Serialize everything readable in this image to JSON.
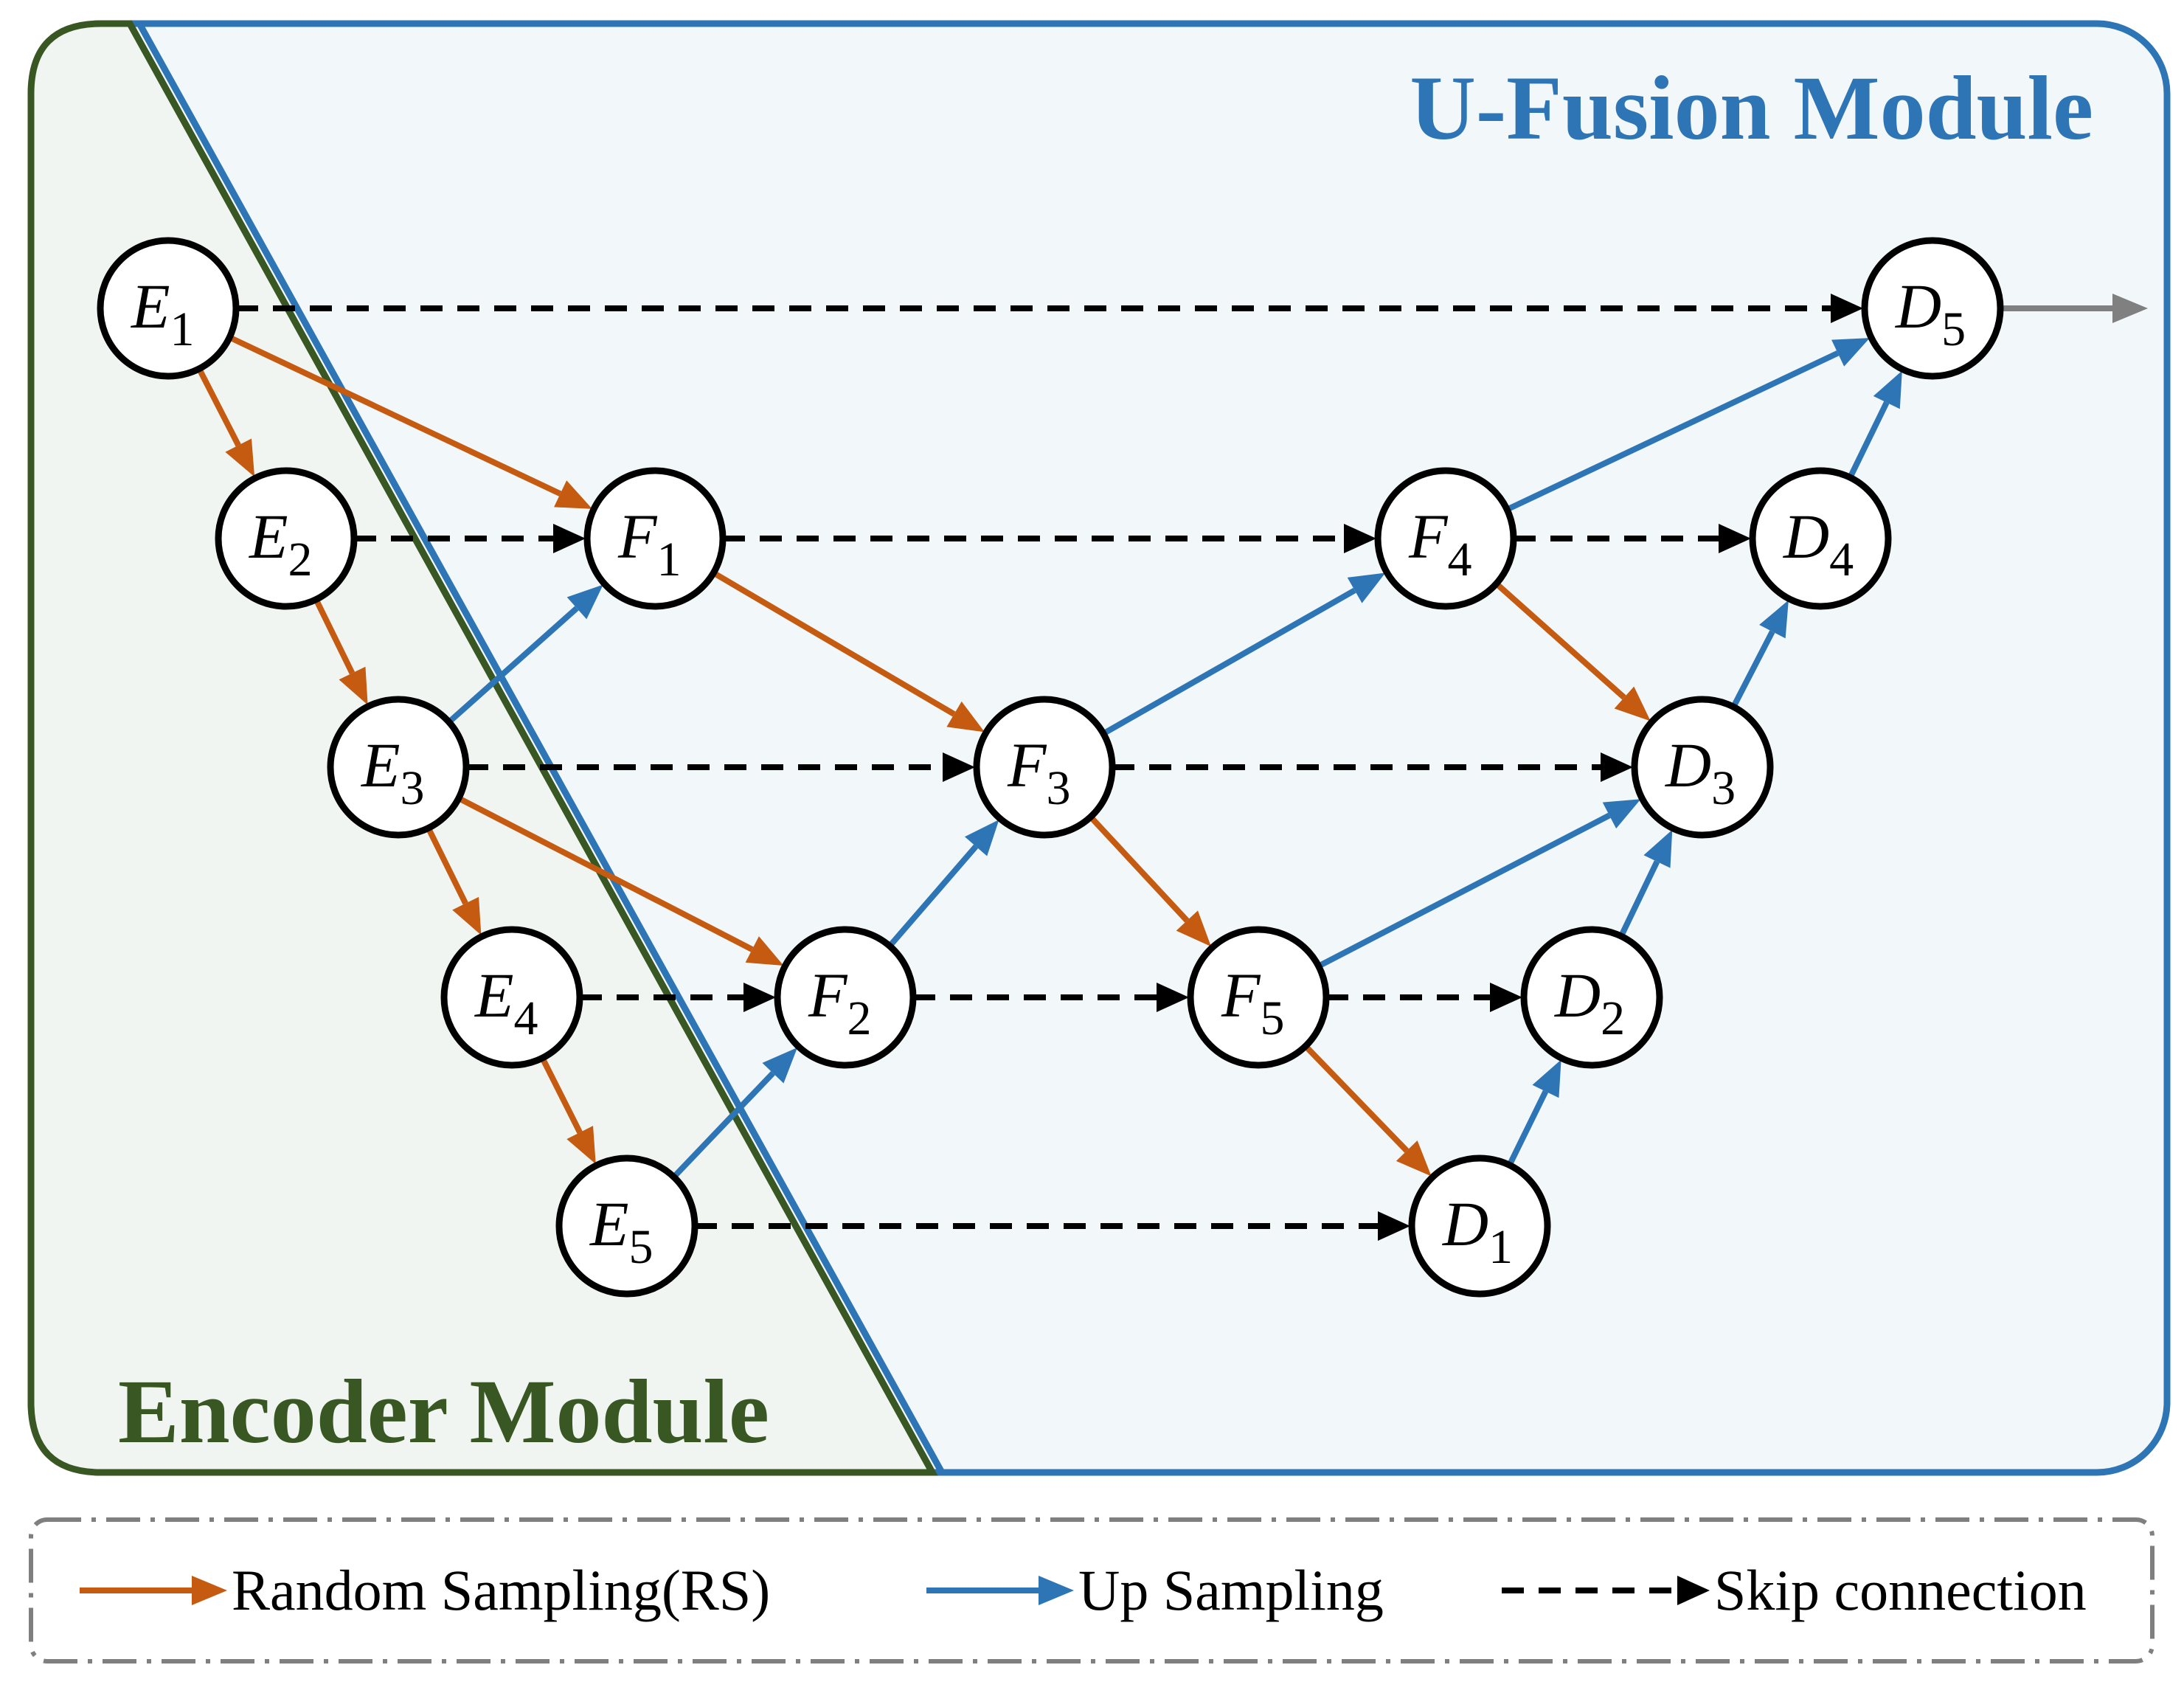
{
  "modules": {
    "encoder": {
      "title": "Encoder Module"
    },
    "fusion": {
      "title": "U-Fusion Module"
    }
  },
  "nodes": [
    {
      "id": "E1",
      "letter": "E",
      "sub": "1"
    },
    {
      "id": "E2",
      "letter": "E",
      "sub": "2"
    },
    {
      "id": "E3",
      "letter": "E",
      "sub": "3"
    },
    {
      "id": "E4",
      "letter": "E",
      "sub": "4"
    },
    {
      "id": "E5",
      "letter": "E",
      "sub": "5"
    },
    {
      "id": "F1",
      "letter": "F",
      "sub": "1"
    },
    {
      "id": "F2",
      "letter": "F",
      "sub": "2"
    },
    {
      "id": "F3",
      "letter": "F",
      "sub": "3"
    },
    {
      "id": "F4",
      "letter": "F",
      "sub": "4"
    },
    {
      "id": "F5",
      "letter": "F",
      "sub": "5"
    },
    {
      "id": "D1",
      "letter": "D",
      "sub": "1"
    },
    {
      "id": "D2",
      "letter": "D",
      "sub": "2"
    },
    {
      "id": "D3",
      "letter": "D",
      "sub": "3"
    },
    {
      "id": "D4",
      "letter": "D",
      "sub": "4"
    },
    {
      "id": "D5",
      "letter": "D",
      "sub": "5"
    }
  ],
  "edges": [
    {
      "from": "E1",
      "to": "E2",
      "type": "rs"
    },
    {
      "from": "E2",
      "to": "E3",
      "type": "rs"
    },
    {
      "from": "E3",
      "to": "E4",
      "type": "rs"
    },
    {
      "from": "E4",
      "to": "E5",
      "type": "rs"
    },
    {
      "from": "E1",
      "to": "F1",
      "type": "rs"
    },
    {
      "from": "E3",
      "to": "F2",
      "type": "rs"
    },
    {
      "from": "F1",
      "to": "F3",
      "type": "rs"
    },
    {
      "from": "F3",
      "to": "F5",
      "type": "rs"
    },
    {
      "from": "F4",
      "to": "D3",
      "type": "rs"
    },
    {
      "from": "F5",
      "to": "D1",
      "type": "rs"
    },
    {
      "from": "E3",
      "to": "F1",
      "type": "up"
    },
    {
      "from": "E5",
      "to": "F2",
      "type": "up"
    },
    {
      "from": "F2",
      "to": "F3",
      "type": "up"
    },
    {
      "from": "F3",
      "to": "F4",
      "type": "up"
    },
    {
      "from": "F4",
      "to": "D5",
      "type": "up"
    },
    {
      "from": "F5",
      "to": "D3",
      "type": "up"
    },
    {
      "from": "D1",
      "to": "D2",
      "type": "up"
    },
    {
      "from": "D2",
      "to": "D3",
      "type": "up"
    },
    {
      "from": "D3",
      "to": "D4",
      "type": "up"
    },
    {
      "from": "D4",
      "to": "D5",
      "type": "up"
    },
    {
      "from": "E1",
      "to": "D5",
      "type": "skip"
    },
    {
      "from": "E2",
      "to": "F1",
      "type": "skip"
    },
    {
      "from": "F1",
      "to": "F4",
      "type": "skip"
    },
    {
      "from": "F4",
      "to": "D4",
      "type": "skip"
    },
    {
      "from": "E3",
      "to": "F3",
      "type": "skip"
    },
    {
      "from": "F3",
      "to": "D3",
      "type": "skip"
    },
    {
      "from": "E4",
      "to": "F2",
      "type": "skip"
    },
    {
      "from": "F2",
      "to": "F5",
      "type": "skip"
    },
    {
      "from": "F5",
      "to": "D2",
      "type": "skip"
    },
    {
      "from": "E5",
      "to": "D1",
      "type": "skip"
    }
  ],
  "output_edge": {
    "from": "D5",
    "type": "output"
  },
  "legend": [
    {
      "type": "rs",
      "label": "Random Sampling(RS)"
    },
    {
      "type": "up",
      "label": "Up Sampling"
    },
    {
      "type": "skip",
      "label": "Skip connection"
    }
  ],
  "colors": {
    "rs": "#c55a11",
    "up": "#2e75b6",
    "skip": "#000000",
    "output": "#808080",
    "encoder_border": "#385723",
    "encoder_fill": "#f0f5f1",
    "fusion_border": "#2e75b6",
    "fusion_fill": "#f2f7fa",
    "legend_border": "#7f7f7f"
  }
}
